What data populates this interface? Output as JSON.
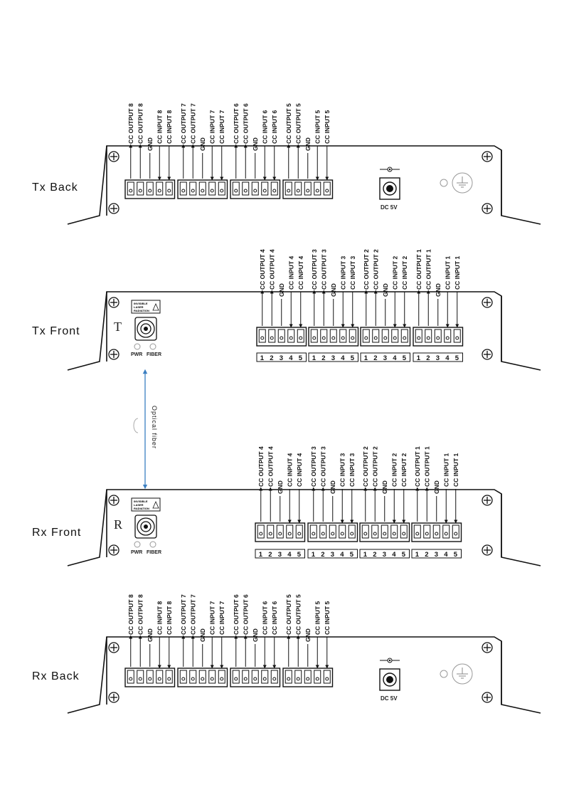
{
  "panels": [
    {
      "id": "tx-back",
      "type": "back",
      "label": "Tx Back",
      "groups": [
        {
          "labels": [
            "CC OUTPUT 8",
            "CC OUTPUT 8",
            "GND",
            "CC INPUT 8",
            "CC INPUT 8"
          ]
        },
        {
          "labels": [
            "CC OUTPUT 7",
            "CC OUTPUT 7",
            "GND",
            "CC INPUT 7",
            "CC INPUT 7"
          ]
        },
        {
          "labels": [
            "CC OUTPUT 6",
            "CC OUTPUT 6",
            "GND",
            "CC INPUT 6",
            "CC INPUT 6"
          ]
        },
        {
          "labels": [
            "CC OUTPUT 5",
            "CC OUTPUT 5",
            "GND",
            "CC INPUT 5",
            "CC INPUT 5"
          ]
        }
      ],
      "dc_label": "DC 5V"
    },
    {
      "id": "tx-front",
      "type": "front",
      "label": "Tx Front",
      "letter": "T",
      "groups": [
        {
          "labels": [
            "CC OUTPUT 4",
            "CC OUTPUT 4",
            "GND",
            "CC INPUT 4",
            "CC INPUT 4"
          ]
        },
        {
          "labels": [
            "CC OUTPUT 3",
            "CC OUTPUT 3",
            "GND",
            "CC INPUT 3",
            "CC INPUT 3"
          ]
        },
        {
          "labels": [
            "CC OUTPUT 2",
            "CC OUTPUT 2",
            "GND",
            "CC INPUT 2",
            "CC INPUT 2"
          ]
        },
        {
          "labels": [
            "CC OUTPUT 1",
            "CC OUTPUT 1",
            "GND",
            "CC INPUT 1",
            "CC INPUT 1"
          ]
        }
      ],
      "pin_numbers": [
        "1",
        "2",
        "3",
        "4",
        "5"
      ],
      "led_labels": [
        "PWR",
        "FIBER"
      ],
      "warning_text": [
        "INVISIBLE",
        "LASER",
        "RADIATION"
      ]
    },
    {
      "id": "rx-front",
      "type": "front",
      "label": "Rx Front",
      "letter": "R",
      "groups": [
        {
          "labels": [
            "CC OUTPUT 4",
            "CC OUTPUT 4",
            "GND",
            "CC INPUT 4",
            "CC INPUT 4"
          ]
        },
        {
          "labels": [
            "CC OUTPUT 3",
            "CC OUTPUT 3",
            "GND",
            "CC INPUT 3",
            "CC INPUT 3"
          ]
        },
        {
          "labels": [
            "CC OUTPUT 2",
            "CC OUTPUT 2",
            "GND",
            "CC INPUT 2",
            "CC INPUT 2"
          ]
        },
        {
          "labels": [
            "CC OUTPUT 1",
            "CC OUTPUT 1",
            "GND",
            "CC INPUT 1",
            "CC INPUT 1"
          ]
        }
      ],
      "pin_numbers": [
        "1",
        "2",
        "3",
        "4",
        "5"
      ],
      "led_labels": [
        "PWR",
        "FIBER"
      ],
      "warning_text": [
        "INVISIBLE",
        "LASER",
        "RADIATION"
      ]
    },
    {
      "id": "rx-back",
      "type": "back",
      "label": "Rx Back",
      "groups": [
        {
          "labels": [
            "CC OUTPUT 8",
            "CC OUTPUT 8",
            "GND",
            "CC INPUT 8",
            "CC INPUT 8"
          ]
        },
        {
          "labels": [
            "CC OUTPUT 7",
            "CC OUTPUT 7",
            "GND",
            "CC INPUT 7",
            "CC INPUT 7"
          ]
        },
        {
          "labels": [
            "CC OUTPUT 6",
            "CC OUTPUT 6",
            "GND",
            "CC INPUT 6",
            "CC INPUT 6"
          ]
        },
        {
          "labels": [
            "CC OUTPUT 5",
            "CC OUTPUT 5",
            "GND",
            "CC INPUT 5",
            "CC INPUT 5"
          ]
        }
      ],
      "dc_label": "DC 5V"
    }
  ],
  "fiber_label": "Optical fiber",
  "colors": {
    "fiber": "#3a7fc1",
    "line": "#111111"
  }
}
